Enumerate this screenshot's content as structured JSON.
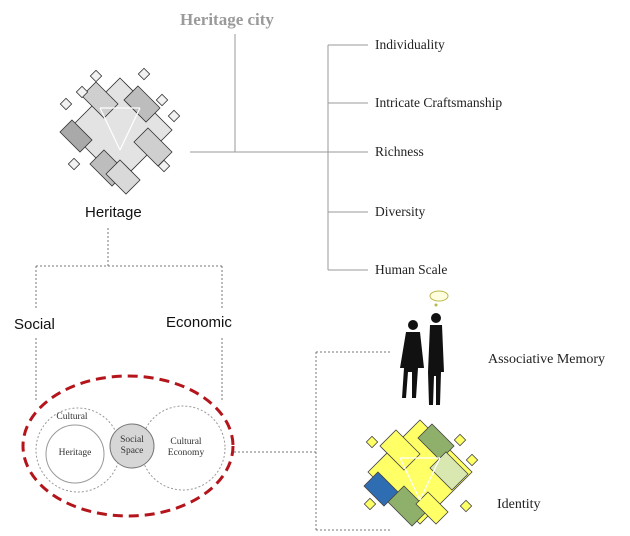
{
  "title": "Heritage city",
  "attributes": [
    "Individuality",
    "Intricate Craftsmanship",
    "Richness",
    "Diversity",
    "Human Scale"
  ],
  "heritage_label": "Heritage",
  "branches": {
    "social": "Social",
    "economic": "Economic"
  },
  "circles": {
    "cultural": "Cultural",
    "heritage": "Heritage",
    "social_space_line1": "Social",
    "social_space_line2": "Space",
    "cultural_economy_line1": "Cultural",
    "cultural_economy_line2": "Economy"
  },
  "outcomes": {
    "memory": "Associative Memory",
    "identity": "Identity"
  },
  "colors": {
    "highlight": "#b3151b",
    "plan_yellow": "#ffff66",
    "plan_green": "#8fb06a",
    "plan_blue": "#2f6db3",
    "title_gray": "#9a9a9a"
  }
}
